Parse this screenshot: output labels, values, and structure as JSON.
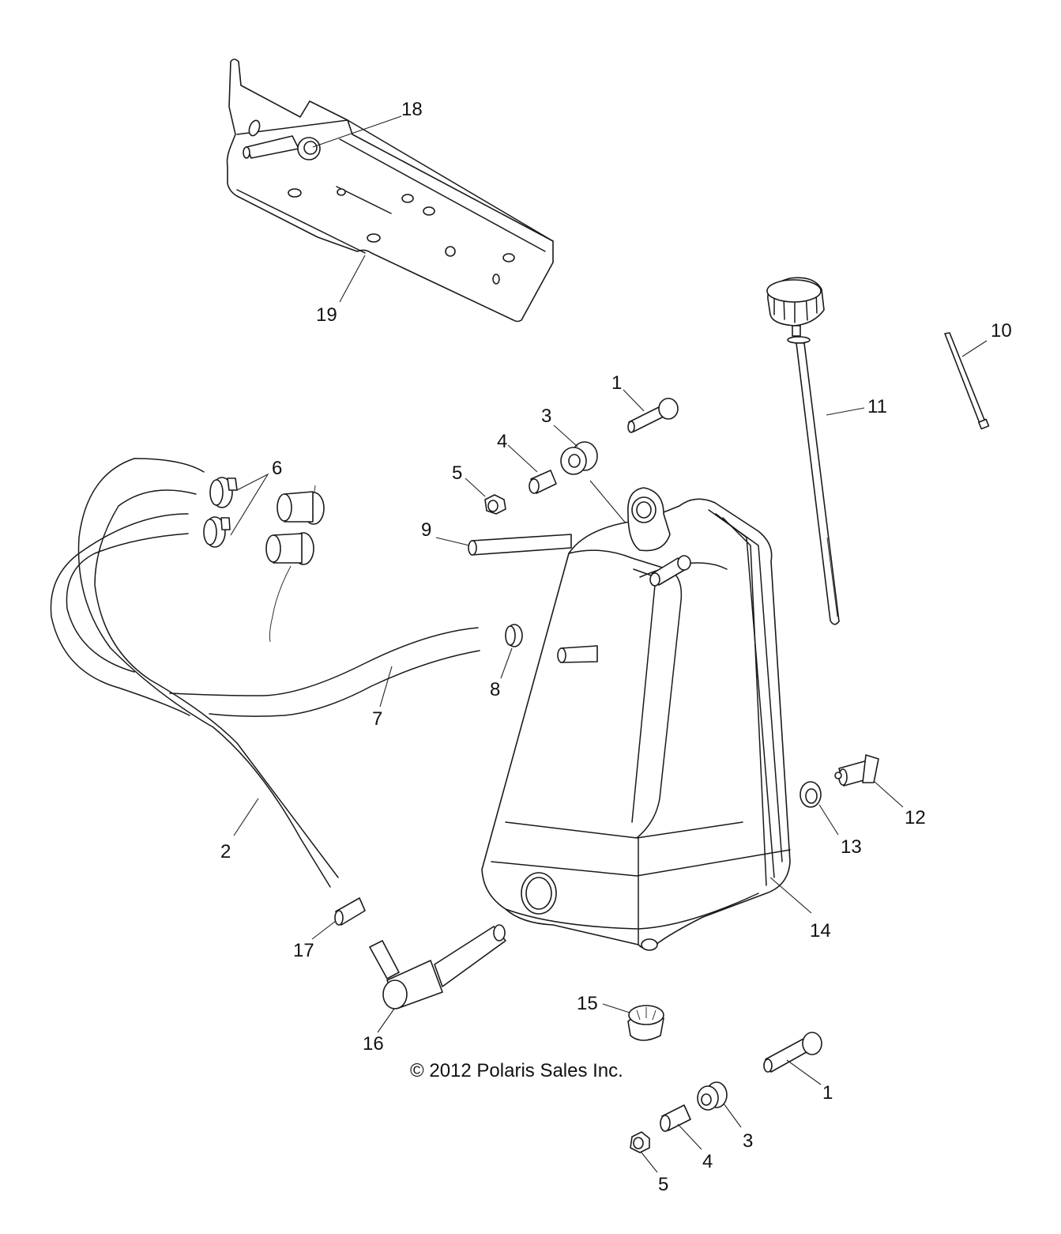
{
  "diagram": {
    "copyright": "© 2012 Polaris Sales Inc.",
    "line_color": "#1a1a1a",
    "background": "#ffffff",
    "callouts": {
      "c1a": "1",
      "c1b": "1",
      "c2": "2",
      "c3a": "3",
      "c3b": "3",
      "c4a": "4",
      "c4b": "4",
      "c5a": "5",
      "c5b": "5",
      "c6": "6",
      "c7": "7",
      "c8": "8",
      "c9": "9",
      "c10": "10",
      "c11": "11",
      "c12": "12",
      "c13": "13",
      "c14": "14",
      "c15": "15",
      "c16": "16",
      "c17": "17",
      "c18": "18",
      "c19": "19"
    }
  }
}
